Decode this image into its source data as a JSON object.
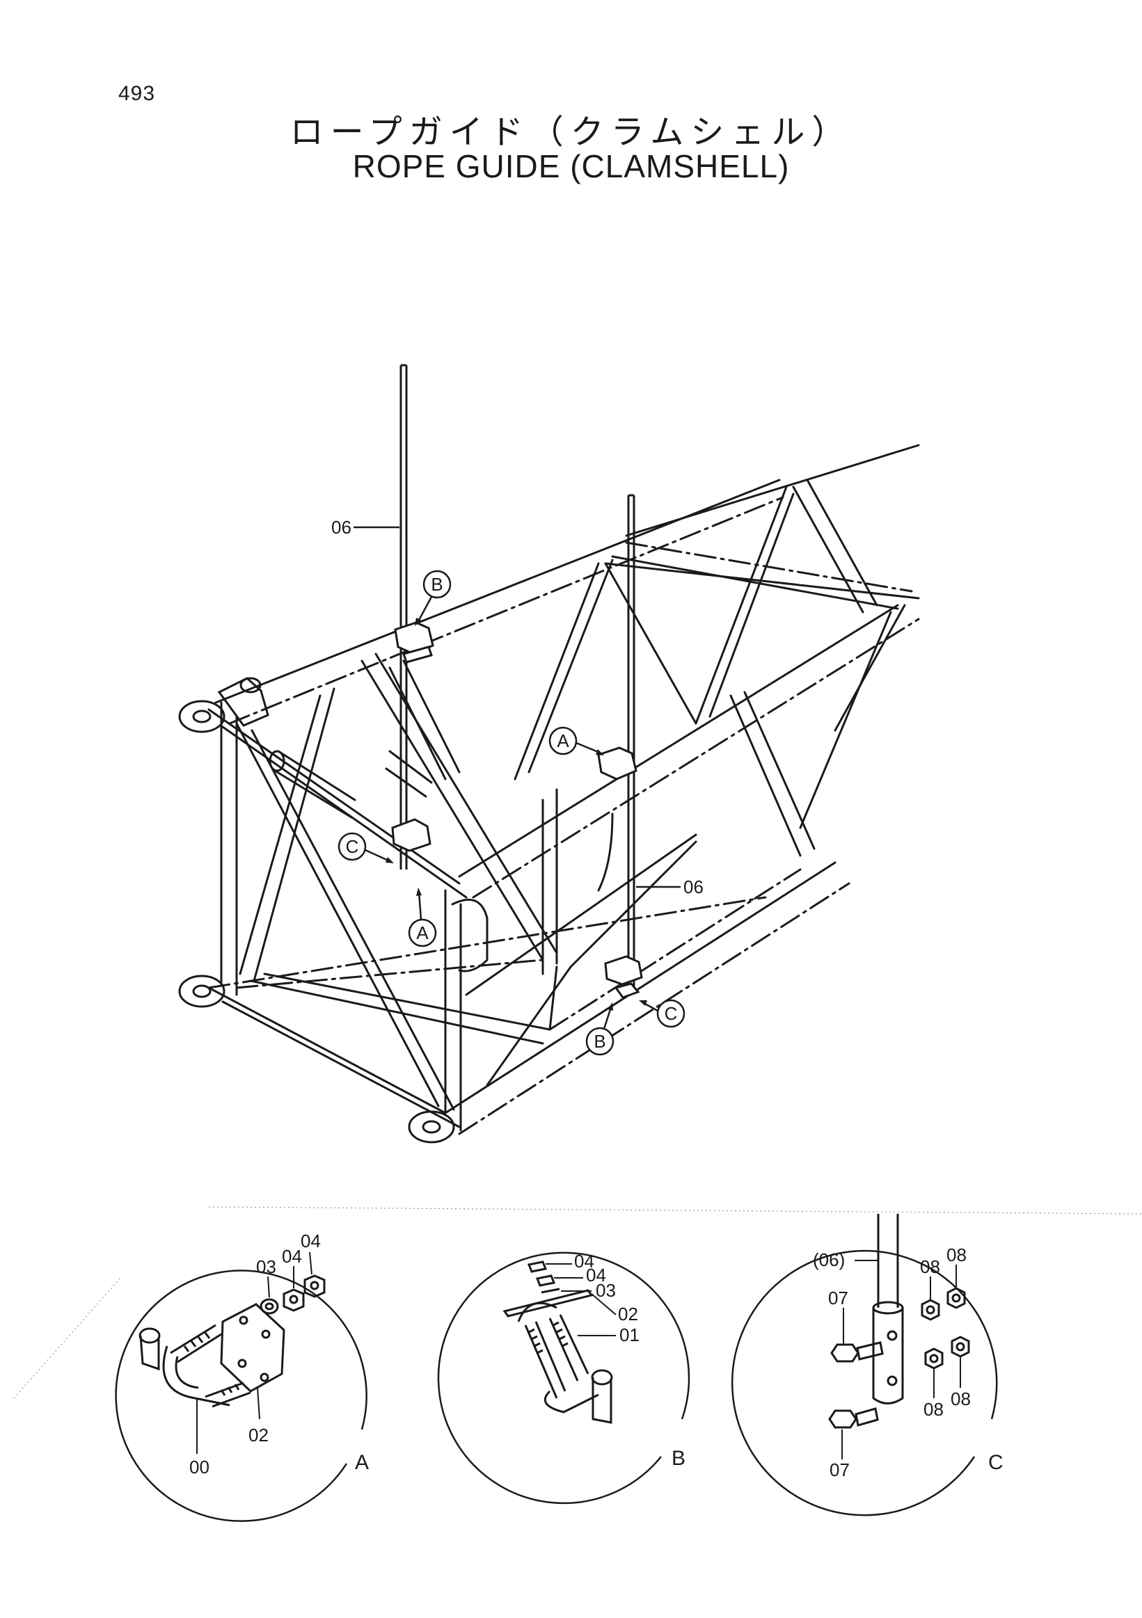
{
  "page_number": "493",
  "title_jp": "ロープガイド（クラムシェル）",
  "title_en": "ROPE GUIDE (CLAMSHELL)",
  "main_labels": {
    "guide_upper": "06",
    "guide_lower": "06"
  },
  "callouts": {
    "b_top": "B",
    "a_right": "A",
    "c_left": "C",
    "a_lower": "A",
    "c_right": "C",
    "b_lower": "B"
  },
  "details": {
    "a": {
      "letter": "A",
      "parts": {
        "p00": "00",
        "p02": "02",
        "p03": "03",
        "p04a": "04",
        "p04b": "04"
      }
    },
    "b": {
      "letter": "B",
      "parts": {
        "p04a": "04",
        "p04b": "04",
        "p03": "03",
        "p02": "02",
        "p01": "01"
      }
    },
    "c": {
      "letter": "C",
      "parts": {
        "p06": "(06)",
        "p07a": "07",
        "p07b": "07",
        "p08a": "08",
        "p08b": "08",
        "p08c": "08",
        "p08d": "08"
      }
    }
  }
}
